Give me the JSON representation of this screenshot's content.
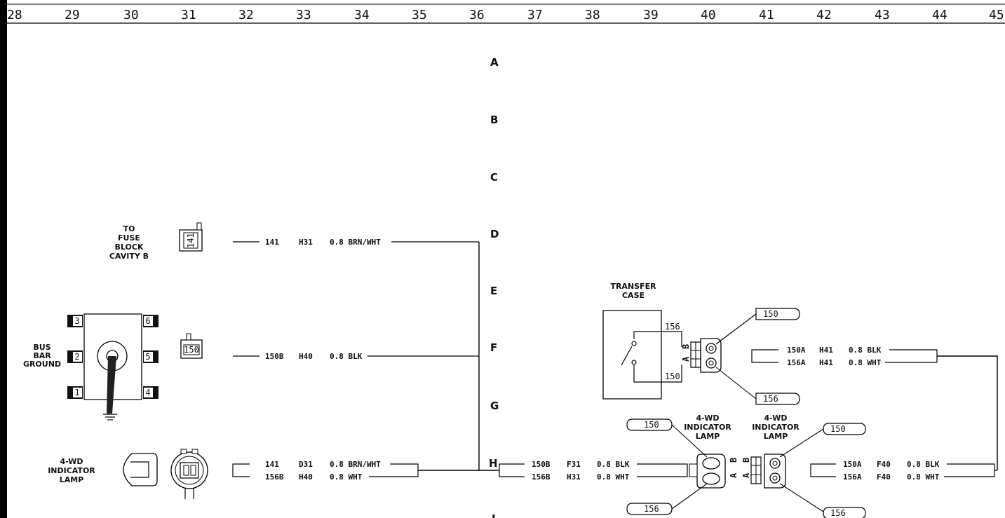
{
  "grid": {
    "columns": [
      "28",
      "29",
      "30",
      "31",
      "32",
      "33",
      "34",
      "35",
      "36",
      "37",
      "38",
      "39",
      "40",
      "41",
      "42",
      "43",
      "44",
      "45"
    ],
    "rows": [
      "A",
      "B",
      "C",
      "D",
      "E",
      "F",
      "G",
      "H",
      "I"
    ]
  },
  "labels": {
    "fuse_block": [
      "TO",
      "FUSE",
      "BLOCK",
      "CAVITY B"
    ],
    "bus_bar": [
      "BUS",
      "BAR",
      "GROUND"
    ],
    "indicator_left": [
      "4-WD",
      "INDICATOR",
      "LAMP"
    ],
    "transfer_case": [
      "TRANSFER",
      "CASE"
    ],
    "indicator_mid_a": [
      "4-WD",
      "INDICATOR",
      "LAMP"
    ],
    "indicator_mid_b": [
      "4-WD",
      "INDICATOR",
      "LAMP"
    ]
  },
  "connectors": {
    "fuse": "141",
    "bus": "150",
    "tc_top": "150",
    "tc_bottom": "156",
    "lamp_left_top": "150",
    "lamp_left_bottom": "156",
    "lamp_right_top": "150",
    "lamp_right_bottom": "156"
  },
  "bus_bar_pins": [
    "3",
    "6",
    "2",
    "5",
    "1",
    "4"
  ],
  "switch_terms": {
    "top": "156",
    "bottom": "150"
  },
  "pin_letters": {
    "a": "A",
    "b": "B"
  },
  "wires": {
    "d_row": {
      "circuit": "141",
      "loc": "H31",
      "spec": "0.8 BRN/WHT"
    },
    "f_row": {
      "circuit": "150B",
      "loc": "H40",
      "spec": "0.8 BLK"
    },
    "h_left_1": {
      "circuit": "141",
      "loc": "D31",
      "spec": "0.8 BRN/WHT"
    },
    "h_left_2": {
      "circuit": "156B",
      "loc": "H40",
      "spec": "0.8 WHT"
    },
    "h_mid_1": {
      "circuit": "150B",
      "loc": "F31",
      "spec": "0.8 BLK"
    },
    "h_mid_2": {
      "circuit": "156B",
      "loc": "H31",
      "spec": "0.8 WHT"
    },
    "tc_1": {
      "circuit": "150A",
      "loc": "H41",
      "spec": "0.8 BLK"
    },
    "tc_2": {
      "circuit": "156A",
      "loc": "H41",
      "spec": "0.8 WHT"
    },
    "h_right_1": {
      "circuit": "150A",
      "loc": "F40",
      "spec": "0.8 BLK"
    },
    "h_right_2": {
      "circuit": "156A",
      "loc": "F40",
      "spec": "0.8 WHT"
    }
  }
}
